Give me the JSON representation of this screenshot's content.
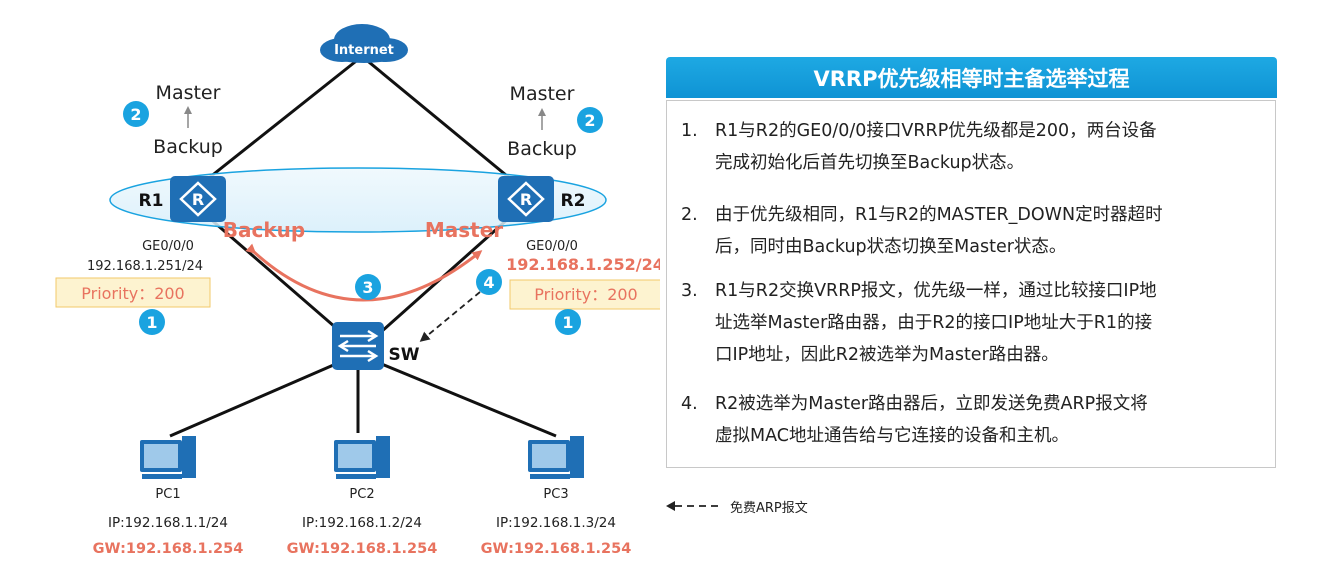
{
  "diagram": {
    "internet_label": "Internet",
    "r1": {
      "name": "R1",
      "state_top": "Master",
      "state_bottom": "Backup",
      "step_badge": "2",
      "interface": "GE0/0/0",
      "ip": "192.168.1.251/24",
      "priority": "Priority：200",
      "priority_badge": "1",
      "role_label": "Backup"
    },
    "r2": {
      "name": "R2",
      "state_top": "Master",
      "state_bottom": "Backup",
      "step_badge": "2",
      "interface": "GE0/0/0",
      "ip": "192.168.1.252/24",
      "priority": "Priority：200",
      "priority_badge": "1",
      "role_label": "Master"
    },
    "exchange_badge": "3",
    "arp_badge": "4",
    "switch_label": "SW",
    "pcs": [
      {
        "name": "PC1",
        "ip": "IP:192.168.1.1/24",
        "gw": "GW:192.168.1.254"
      },
      {
        "name": "PC2",
        "ip": "IP:192.168.1.2/24",
        "gw": "GW:192.168.1.254"
      },
      {
        "name": "PC3",
        "ip": "IP:192.168.1.3/24",
        "gw": "GW:192.168.1.254"
      }
    ]
  },
  "panel": {
    "title": "VRRP优先级相等时主备选举过程",
    "steps": [
      {
        "num": "1.",
        "lines": [
          "R1与R2的GE0/0/0接口VRRP优先级都是200，两台设备",
          "完成初始化后首先切换至Backup状态。"
        ]
      },
      {
        "num": "2.",
        "lines": [
          "由于优先级相同，R1与R2的MASTER_DOWN定时器超时",
          "后，同时由Backup状态切换至Master状态。"
        ]
      },
      {
        "num": "3.",
        "lines": [
          "R1与R2交换VRRP报文，优先级一样，通过比较接口IP地",
          "址选举Master路由器，由于R2的接口IP地址大于R1的接",
          "口IP地址，因此R2被选举为Master路由器。"
        ]
      },
      {
        "num": "4.",
        "lines": [
          "R2被选举为Master路由器后，立即发送免费ARP报文将",
          "虚拟MAC地址通告给与它连接的设备和主机。"
        ]
      }
    ]
  },
  "legend": {
    "label": "免费ARP报文"
  },
  "colors": {
    "accent_blue": "#1aa3e0",
    "highlight_red": "#e8735f",
    "priority_box_fill": "#fdf3d0",
    "priority_box_border": "#f2c86a",
    "device_blue": "#1f6fb5"
  }
}
